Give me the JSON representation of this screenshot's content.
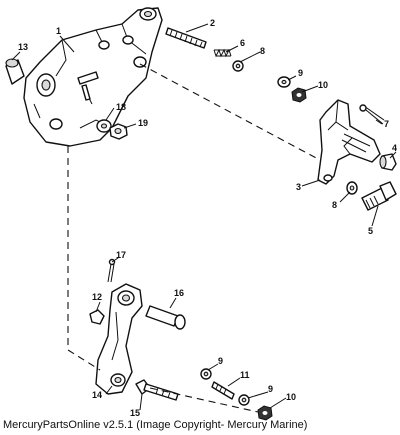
{
  "caption": "MercuryPartsOnline v2.5.1 (Image Copyright- Mercury Marine)",
  "callouts": [
    "1",
    "2",
    "3",
    "4",
    "5",
    "6",
    "7",
    "8",
    "8",
    "9",
    "9",
    "9",
    "10",
    "10",
    "11",
    "12",
    "13",
    "14",
    "15",
    "16",
    "17",
    "18",
    "19"
  ]
}
